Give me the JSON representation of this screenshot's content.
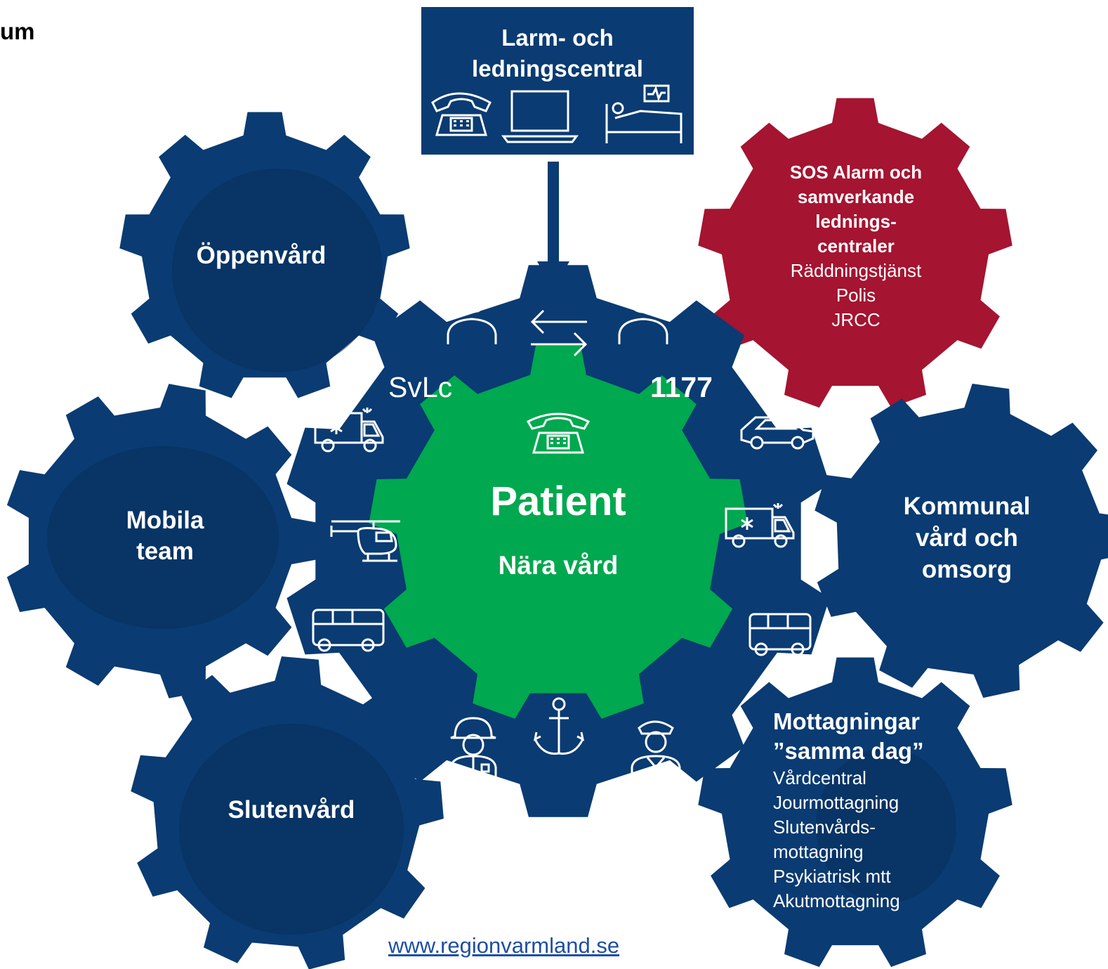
{
  "corner_text": "um",
  "top_box": {
    "title_lines": [
      "Larm- och",
      "ledningscentral"
    ],
    "icons": [
      "telephone-icon",
      "laptop-icon",
      "hospital-bed-icon"
    ]
  },
  "center_gear": {
    "left_label": "SvLc",
    "right_label": "1177",
    "exchange_icons": [
      "headset-operator-icon",
      "exchange-arrows-icon",
      "headset-operator-icon"
    ],
    "left_vehicle_icons": [
      "ambulance-icon",
      "helicopter-icon",
      "bus-icon"
    ],
    "right_vehicle_icons": [
      "car-icon",
      "ambulance-icon",
      "bus-icon"
    ],
    "bottom_icons": [
      "firefighter-icon",
      "anchor-icon",
      "police-officer-icon"
    ]
  },
  "patient_gear": {
    "icon": "telephone-icon",
    "title": "Patient",
    "subtitle": "Nära vård"
  },
  "gears": {
    "oppenvard": "Öppenvård",
    "mobila": [
      "Mobila",
      "team"
    ],
    "slutenvard": "Slutenvård",
    "sos": {
      "bold_lines": [
        "SOS Alarm och",
        "samverkande",
        "lednings-",
        "centraler"
      ],
      "lines": [
        "Räddningstjänst",
        "Polis",
        "JRCC"
      ]
    },
    "kommunal": [
      "Kommunal",
      "vård och",
      "omsorg"
    ],
    "mottagningar": {
      "bold_lines": [
        "Mottagningar",
        "”samma dag”"
      ],
      "lines": [
        "Vårdcentral",
        "Jourmottagning",
        "Slutenvårds-",
        "mottagning",
        "Psykiatrisk mtt",
        "Akutmottagning"
      ]
    }
  },
  "footer_url": "www.regionvarmland.se",
  "colors": {
    "navy": "#0a3b72",
    "navy_shadow": "#062a55",
    "red": "#a51431",
    "green": "#00a84f",
    "white": "#ffffff"
  }
}
